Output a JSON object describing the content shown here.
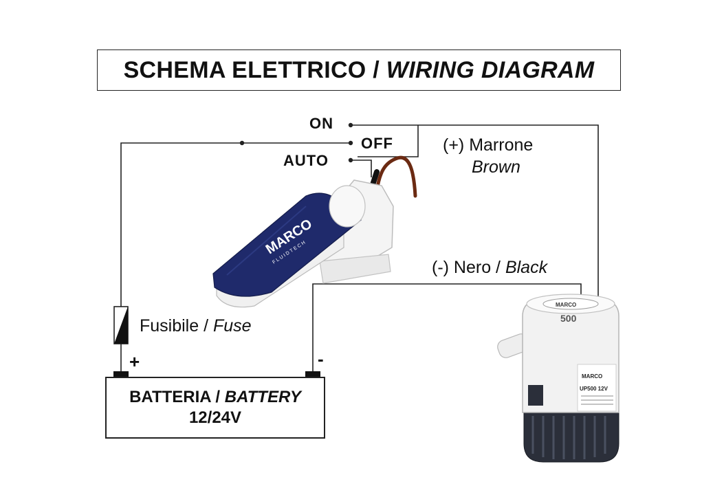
{
  "title": {
    "italian": "SCHEMA ELETTRICO /",
    "english": "WIRING DIAGRAM"
  },
  "switch_positions": {
    "on": "ON",
    "off": "OFF",
    "auto": "AUTO"
  },
  "wires": {
    "positive": {
      "prefix": "(+) Marrone",
      "english": "Brown",
      "color": "#6b2a12"
    },
    "negative": {
      "prefix": "(-) Nero /",
      "english": "Black",
      "color": "#111111"
    }
  },
  "fuse": {
    "italian": "Fusibile /",
    "english": "Fuse"
  },
  "battery": {
    "italian": "BATTERIA /",
    "english": "BATTERY",
    "voltage": "12/24V",
    "plus": "+",
    "minus": "-"
  },
  "float_switch": {
    "brand": "MARCO",
    "sub": "FLUIDTECH",
    "body_color": "#1f2a6b"
  },
  "pump": {
    "brand": "MARCO",
    "model": "UP500 12V",
    "capacity": "500",
    "body_color": "#f2f2f2",
    "base_color": "#2b2f3a"
  }
}
